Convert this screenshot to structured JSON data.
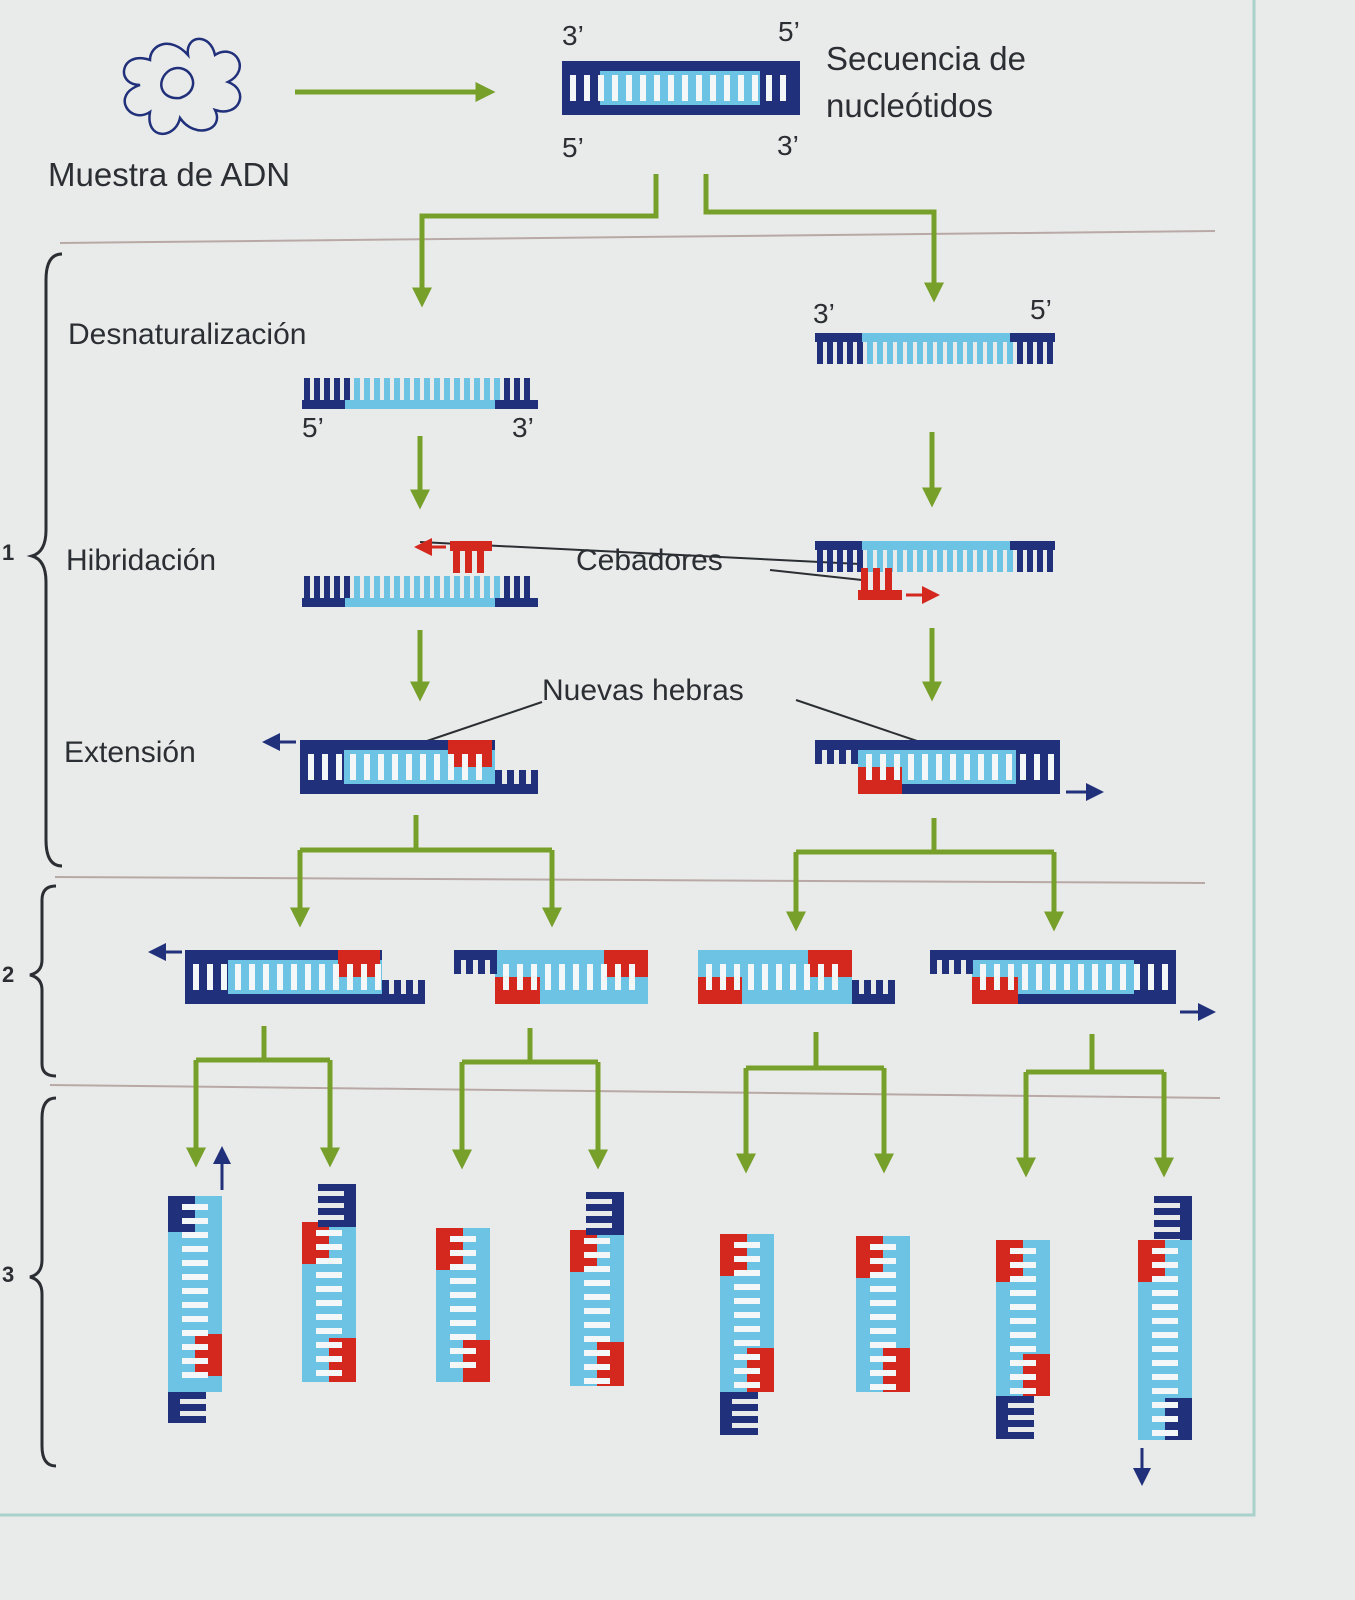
{
  "labels": {
    "sample": "Muestra de ADN",
    "sequence_line1": "Secuencia de",
    "sequence_line2": "nucleótidos",
    "denaturation": "Desnaturalización",
    "hybridization": "Hibridación",
    "extension": "Extensión",
    "primers": "Cebadores",
    "new_strands": "Nuevas hebras"
  },
  "ends": {
    "three_prime": "3’",
    "five_prime": "5’"
  },
  "cycles": [
    "1",
    "2",
    "3"
  ],
  "colors": {
    "arrow_green": "#76a02a",
    "template_blue": "#21307a",
    "new_strand_light_blue": "#6cc3e3",
    "primer_red": "#d4281f",
    "panel_border": "#a9d2cc",
    "divider": "#b9a9a6",
    "text": "#2b2f33"
  }
}
